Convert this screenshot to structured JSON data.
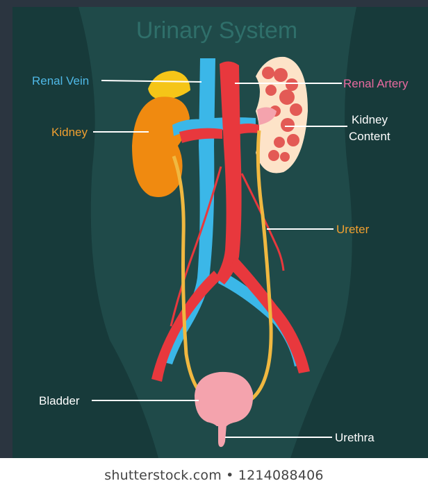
{
  "title": "Urinary System",
  "labels": {
    "renal_vein": "Renal Vein",
    "renal_artery": "Renal Artery",
    "kidney": "Kidney",
    "kidney_content_line1": "Kidney",
    "kidney_content_line2": "Content",
    "ureter": "Ureter",
    "bladder": "Bladder",
    "urethra": "Urethra"
  },
  "watermark": "shutterstock.com • 1214088406",
  "colors": {
    "background": "#173a3a",
    "title": "#2f6f6a",
    "vein": "#3bb7e8",
    "artery": "#e8383d",
    "kidney": "#f08a10",
    "adrenal": "#f5c518",
    "kidney_section": "#fde3c8",
    "bladder": "#f4a3ad",
    "ureter": "#f0b840",
    "label_blue": "#4fb8e6",
    "label_orange": "#f0a030",
    "label_pink": "#e86aa0",
    "label_white": "#ffffff"
  }
}
